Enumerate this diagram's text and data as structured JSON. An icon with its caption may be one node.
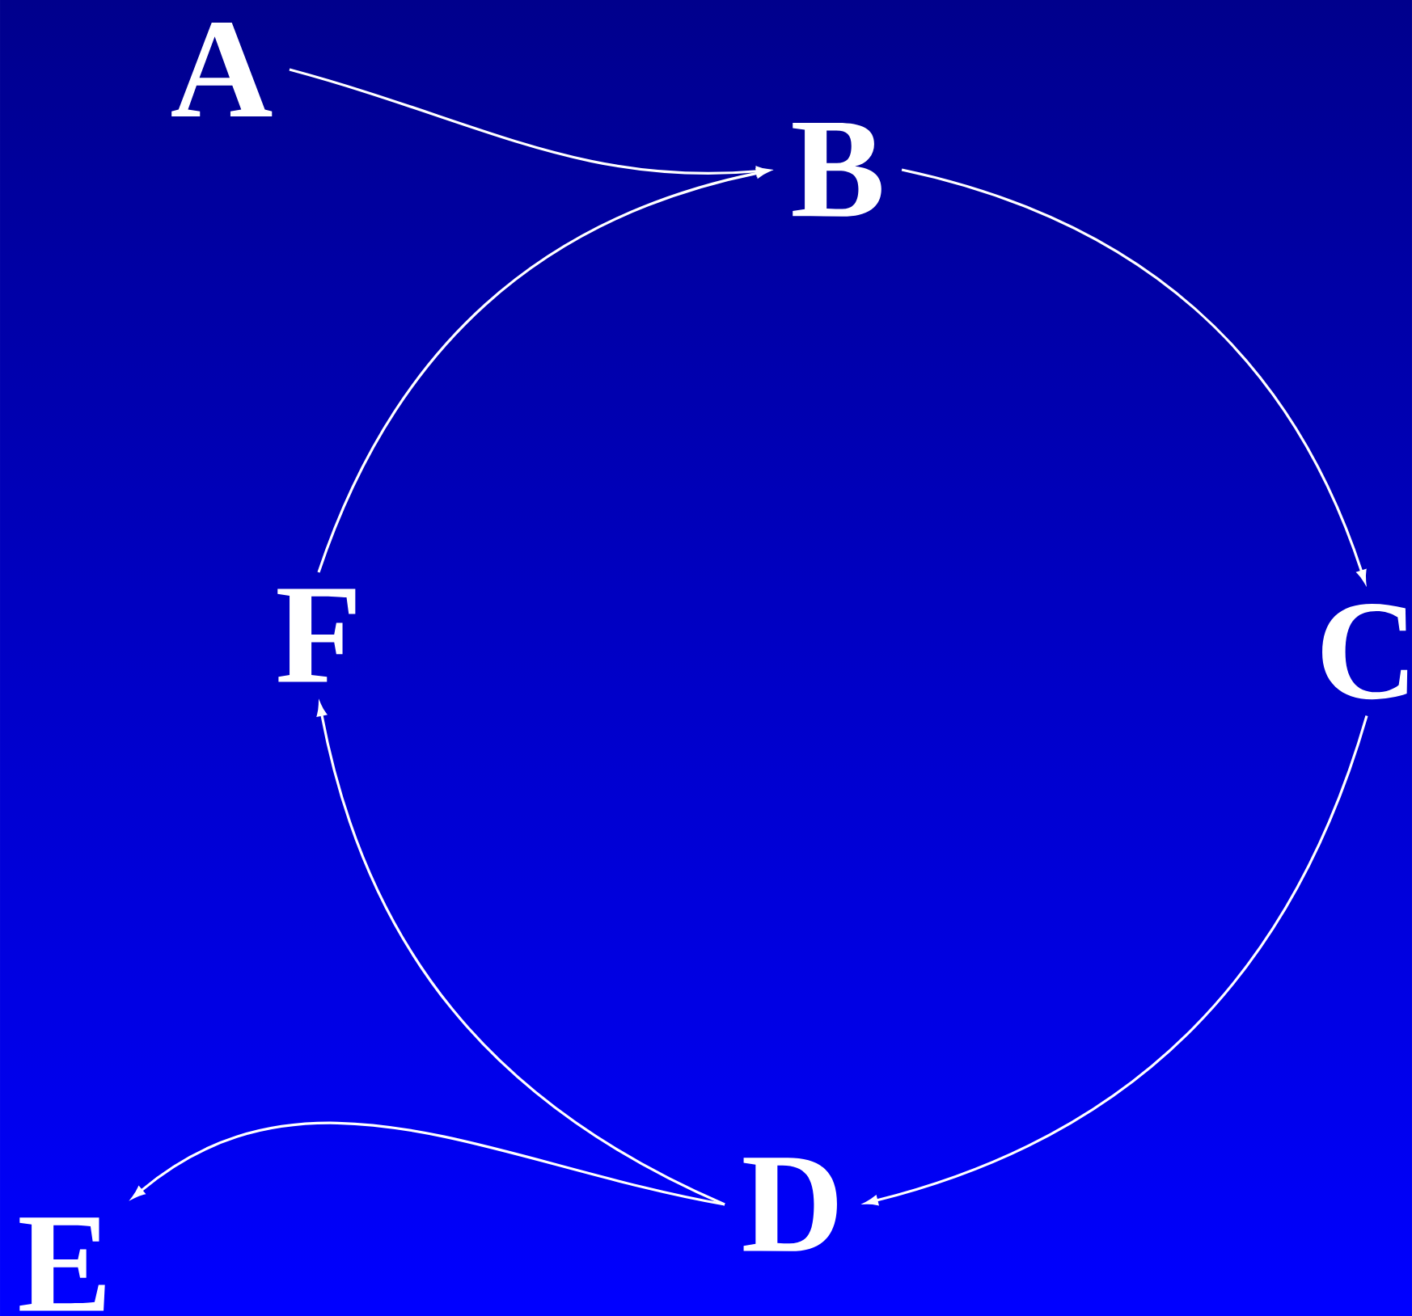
{
  "diagram": {
    "nodes": [
      {
        "text": [
          "A"
        ]
      },
      {
        "text": [
          "B"
        ]
      },
      {
        "text": [
          "C"
        ]
      },
      {
        "text": [
          "D"
        ]
      },
      {
        "text": [
          "E"
        ]
      },
      {
        "text": [
          "F"
        ]
      }
    ],
    "edges": [
      {
        "from": 0,
        "to": 1,
        "arrow": "to"
      },
      {
        "from": 1,
        "to": 2,
        "arrow": "to"
      },
      {
        "from": 2,
        "to": 3,
        "arrow": "to"
      },
      {
        "from": 3,
        "to": 5,
        "arrow": "to"
      },
      {
        "from": 5,
        "to": 1,
        "arrow": "to"
      },
      {
        "from": 3,
        "to": 4,
        "arrow": "to"
      }
    ]
  }
}
